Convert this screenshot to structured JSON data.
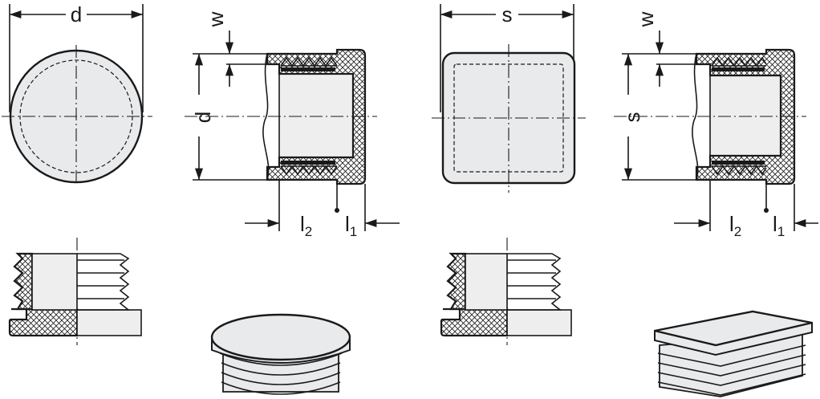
{
  "labels": {
    "diameter": "d",
    "side": "s",
    "wall": "w",
    "length2": "l",
    "length2_sub": "2",
    "length1": "l",
    "length1_sub": "1"
  },
  "colors": {
    "line": "#1a1a1a",
    "part_fill": "#e9eaeb",
    "background": "#ffffff"
  }
}
